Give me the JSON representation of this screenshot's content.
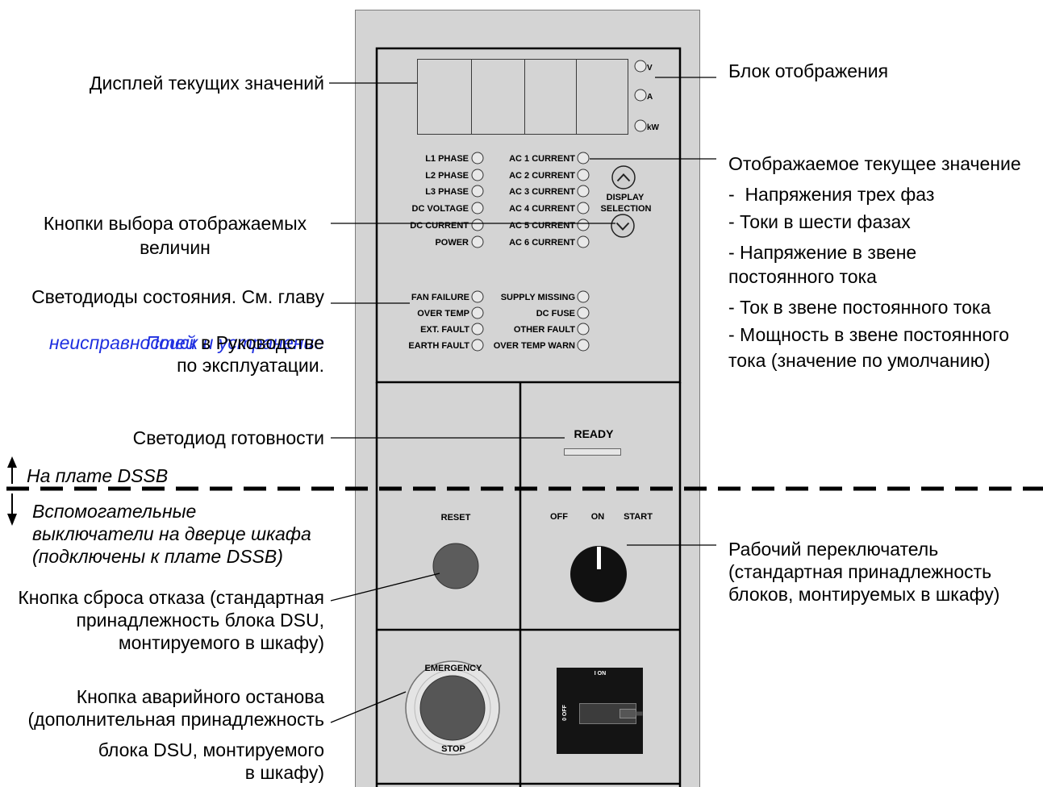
{
  "annotations_left": {
    "display": "Дисплей текущих значений",
    "selection_buttons": [
      "Кнопки выбора отображаемых",
      "величин"
    ],
    "status_leds": {
      "line1": "Светодиоды состояния. См. главу",
      "link_part1": "Поиск и устранение",
      "link_part2": "неисправностей",
      "line3_rest": " в Руководстве",
      "line4": "по эксплуатации."
    },
    "ready_led": "Светодиод готовности",
    "reset_button": [
      "Кнопка сброса отказа (стандартная",
      "принадлежность блока DSU,",
      "монтируемого в шкафу)"
    ],
    "emergency_button": [
      "Кнопка аварийного останова",
      "(дополнительная принадлежность",
      "блока DSU, монтируемого",
      "в шкафу)"
    ]
  },
  "board_boundary": {
    "above": "На плате DSSB",
    "below": [
      "Вспомогательные",
      "выключатели на дверце шкафа",
      "(подключены к плате DSSB)"
    ]
  },
  "annotations_right": {
    "display_unit": "Блок отображения",
    "shown_value": {
      "title": "Отображаемое текущее значение",
      "items": [
        "-  Напряжения трех фаз",
        "- Токи в шести фазах",
        "- Напряжение в звене",
        "постоянного тока",
        "- Ток в звене постоянного тока",
        "- Мощность в звене постоянного",
        "тока (значение по умолчанию)"
      ]
    },
    "operating_switch": [
      "Рабочий переключатель",
      "(стандартная принадлежность",
      "блоков, монтируемых в шкафу)"
    ]
  },
  "panel": {
    "display_units": [
      "V",
      "A",
      "kW"
    ],
    "measurement_leds_left": [
      "L1 PHASE",
      "L2 PHASE",
      "L3 PHASE",
      "DC VOLTAGE",
      "DC CURRENT",
      "POWER"
    ],
    "measurement_leds_right": [
      "AC 1 CURRENT",
      "AC 2 CURRENT",
      "AC 3 CURRENT",
      "AC 4 CURRENT",
      "AC 5 CURRENT",
      "AC 6 CURRENT"
    ],
    "display_selection": [
      "DISPLAY",
      "SELECTION"
    ],
    "status_leds_left": [
      "FAN FAILURE",
      "OVER TEMP",
      "EXT. FAULT",
      "EARTH FAULT"
    ],
    "status_leds_right": [
      "SUPPLY MISSING",
      "DC FUSE",
      "OTHER FAULT",
      "OVER TEMP WARN"
    ],
    "ready_label": "READY",
    "reset_label": "RESET",
    "switch_positions": [
      "OFF",
      "ON",
      "START"
    ],
    "emergency_top": "EMERGENCY",
    "emergency_bottom": "STOP",
    "isolator_on": "I ON",
    "isolator_off": "0 OFF"
  },
  "icons": {
    "select_up": "chevron-up-icon",
    "select_down": "chevron-down-icon",
    "boundary_up": "arrow-up-icon",
    "boundary_down": "arrow-down-icon"
  },
  "colors": {
    "panel_fill": "#d4d4d4",
    "panel_border": "#7c7c7c",
    "frame": "#000000",
    "led_fill": "#e8e8e8",
    "link_blue": "#1f2fe0",
    "reset_button": "#5c5c5c",
    "emergency_ring": "#e4e4e4",
    "emergency_button": "#565656",
    "switch_knob": "#111111",
    "isolator_body": "#141414",
    "isolator_handle": "#3c3c3c",
    "ready_bar": "#e6e6e6"
  }
}
